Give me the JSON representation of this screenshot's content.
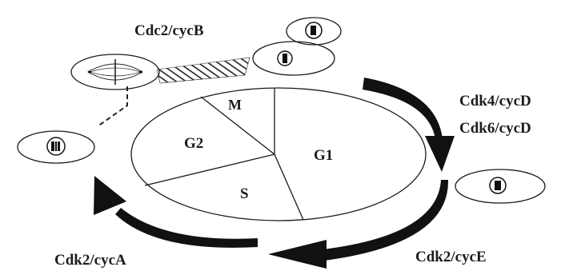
{
  "phases": {
    "m": "M",
    "g1": "G1",
    "g2": "G2",
    "s": "S"
  },
  "complexes": {
    "cdc2_cycb": "Cdc2/cycB",
    "cdk4_cycd": "Cdk4/cycD",
    "cdk6_cycd": "Cdk6/cycD",
    "cdk2_cyce": "Cdk2/cycE",
    "cdk2_cyca": "Cdk2/cycA"
  }
}
